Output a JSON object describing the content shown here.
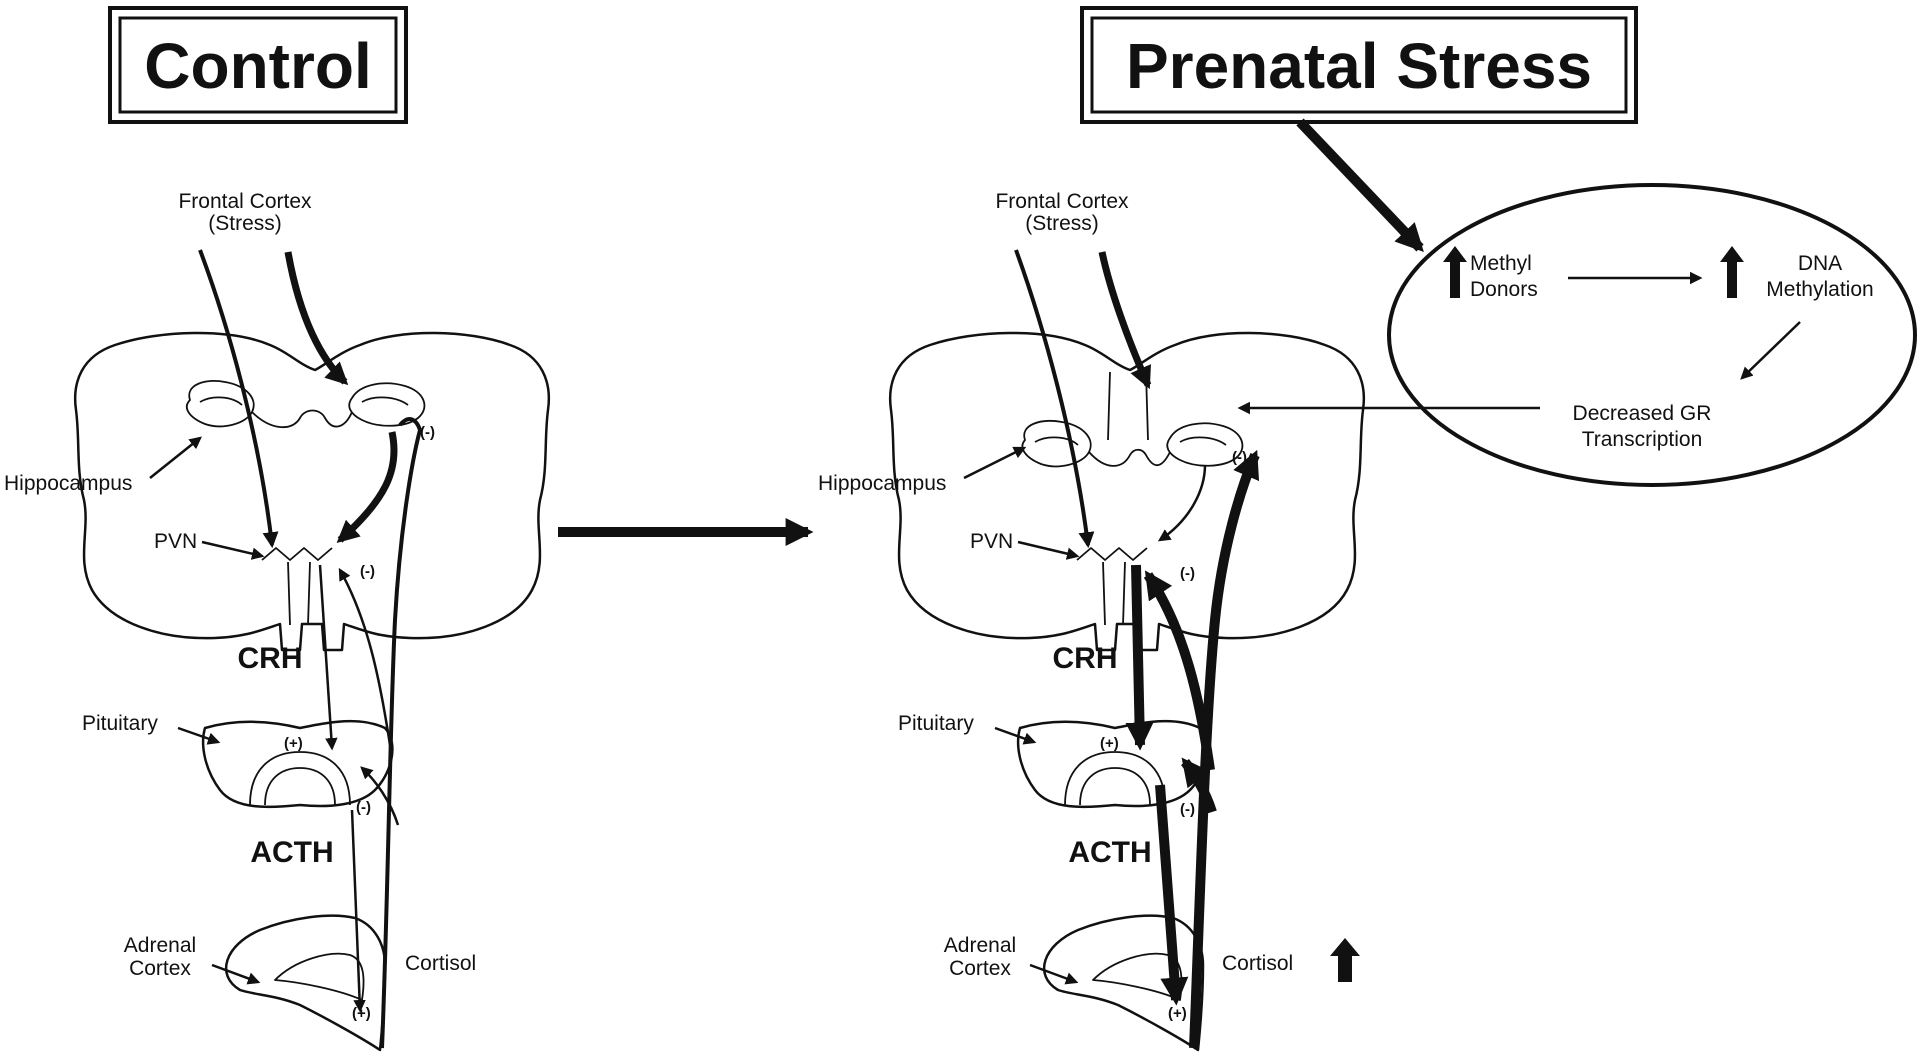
{
  "control": {
    "title": "Control",
    "frontal_cortex_line1": "Frontal Cortex",
    "frontal_cortex_line2": "(Stress)",
    "hippocampus": "Hippocampus",
    "pvn": "PVN",
    "crh": "CRH",
    "pituitary": "Pituitary",
    "acth": "ACTH",
    "adrenal_line1": "Adrenal",
    "adrenal_line2": "Cortex",
    "cortisol": "Cortisol",
    "neg_sign": "(-)",
    "pos_sign": "(+)"
  },
  "prenatal": {
    "title": "Prenatal Stress",
    "frontal_cortex_line1": "Frontal Cortex",
    "frontal_cortex_line2": "(Stress)",
    "hippocampus": "Hippocampus",
    "pvn": "PVN",
    "crh": "CRH",
    "pituitary": "Pituitary",
    "acth": "ACTH",
    "adrenal_line1": "Adrenal",
    "adrenal_line2": "Cortex",
    "cortisol": "Cortisol",
    "neg_sign": "(-)",
    "pos_sign": "(+)"
  },
  "ellipse": {
    "methyl_line1": "Methyl",
    "methyl_line2": "Donors",
    "dna_line1": "DNA",
    "dna_line2": "Methylation",
    "gr_line1": "Decreased GR",
    "gr_line2": "Transcription"
  }
}
